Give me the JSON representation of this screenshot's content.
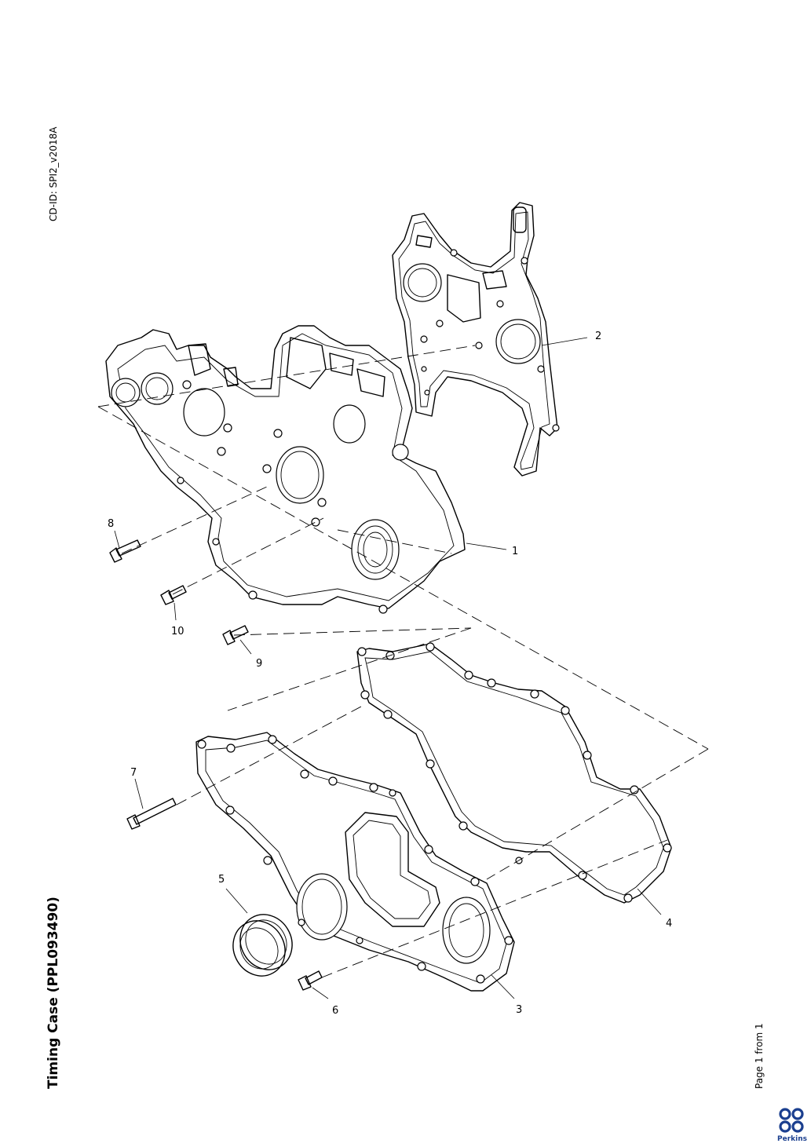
{
  "header": {
    "cd_id": "CD-ID: SPI2_v2018A"
  },
  "title": "Timing Case (PPL093490)",
  "footer": {
    "page_info": "Page 1 from 1",
    "brand": "Perkins"
  },
  "callouts": [
    "1",
    "2",
    "3",
    "4",
    "5",
    "6",
    "7",
    "8",
    "9",
    "10"
  ],
  "colors": {
    "line": "#000000",
    "background": "#ffffff",
    "brand": "#1b3f8f"
  }
}
